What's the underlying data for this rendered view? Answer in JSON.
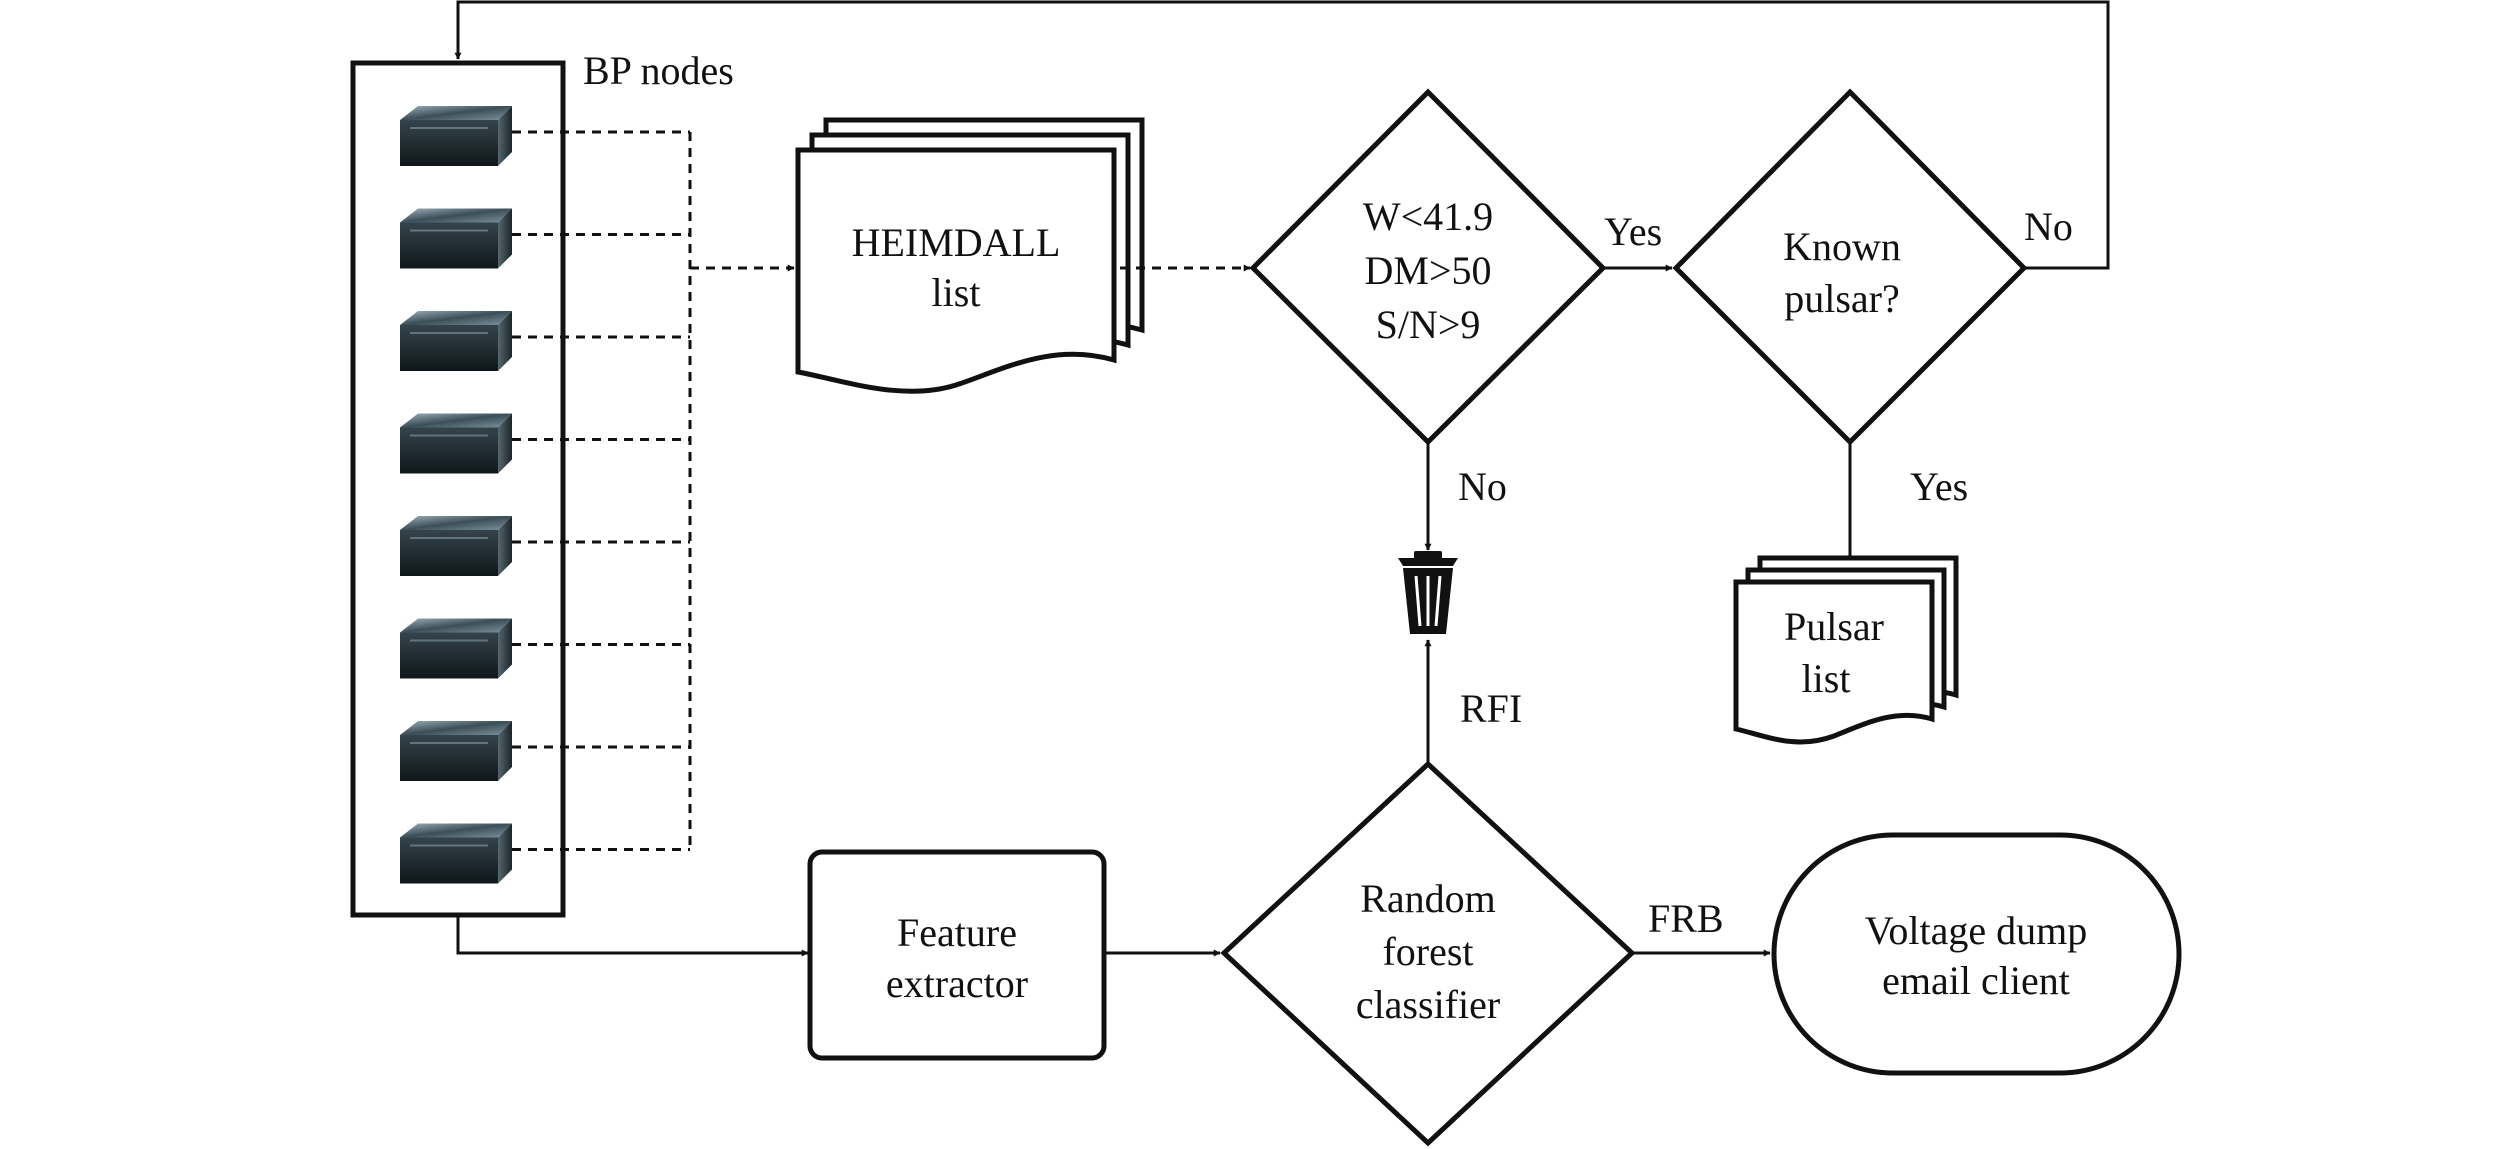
{
  "labels": {
    "bp_nodes": "BP nodes",
    "yes_top": "Yes",
    "no_top": "No",
    "no_down": "No",
    "yes_down": "Yes",
    "rfi": "RFI",
    "frb": "FRB"
  },
  "nodes": {
    "heimdall": [
      "HEIMDALL",
      "list"
    ],
    "filter": [
      "W<41.9",
      "DM>50",
      "S/N>9"
    ],
    "known_pulsar": [
      "Known",
      "pulsar?"
    ],
    "pulsar_list": [
      "Pulsar",
      "list"
    ],
    "feature_extractor": [
      "Feature",
      "extractor"
    ],
    "classifier": [
      "Random",
      "forest",
      "classifier"
    ],
    "voltage_dump": [
      "Voltage dump",
      "email client"
    ]
  },
  "server_count": 8,
  "icons": {
    "server": "server-icon",
    "trash": "trash-icon"
  }
}
